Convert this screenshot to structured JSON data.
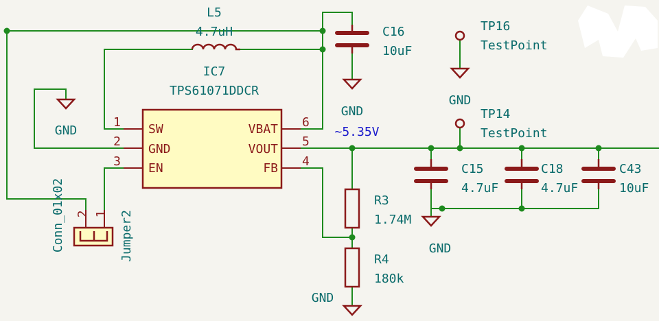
{
  "ic": {
    "ref": "IC7",
    "value": "TPS61071DDCR",
    "pins": [
      {
        "num": "1",
        "name": "SW"
      },
      {
        "num": "2",
        "name": "GND"
      },
      {
        "num": "3",
        "name": "EN"
      },
      {
        "num": "6",
        "name": "VBAT"
      },
      {
        "num": "5",
        "name": "VOUT"
      },
      {
        "num": "4",
        "name": "FB"
      }
    ]
  },
  "inductor": {
    "ref": "L5",
    "value": "4.7uH"
  },
  "capacitors": [
    {
      "ref": "C16",
      "value": "10uF"
    },
    {
      "ref": "C15",
      "value": "4.7uF"
    },
    {
      "ref": "C18",
      "value": "4.7uF"
    },
    {
      "ref": "C43",
      "value": "10uF"
    }
  ],
  "resistors": [
    {
      "ref": "R3",
      "value": "1.74M"
    },
    {
      "ref": "R4",
      "value": "180k"
    }
  ],
  "testpoints": [
    {
      "ref": "TP16",
      "value": "TestPoint"
    },
    {
      "ref": "TP14",
      "value": "TestPoint"
    }
  ],
  "connector": {
    "value": "Conn_01x02",
    "ref": "Jumper2",
    "pin1": "1",
    "pin2": "2"
  },
  "net_label": "~5.35V",
  "ground_label": "GND",
  "colors": {
    "wire": "#1e8a1e",
    "symbol": "#8b1a1a",
    "body_fill": "#fffbc2",
    "ref_text": "#0a6b6b",
    "net_text": "#1a1acc",
    "background": "#f5f4ef"
  }
}
